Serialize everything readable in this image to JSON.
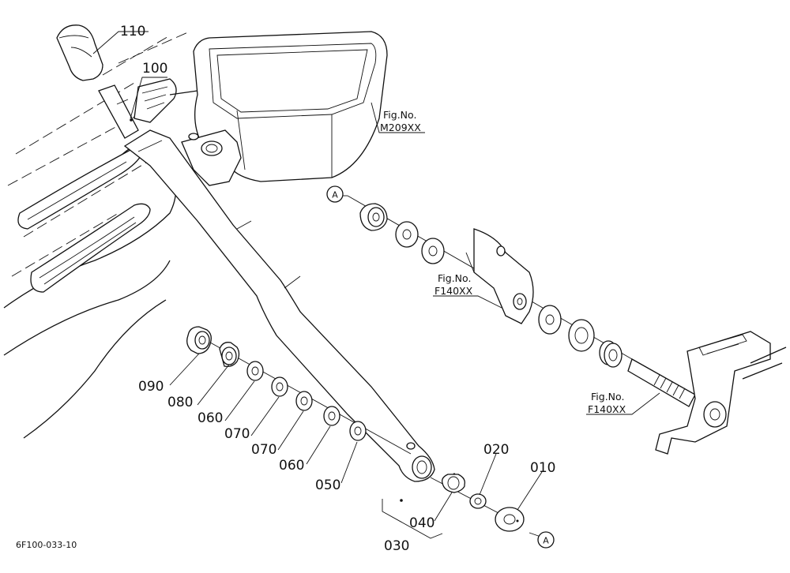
{
  "diagram": {
    "drawing_code": "6F100-033-10",
    "callouts": [
      {
        "id": "110",
        "label": "110"
      },
      {
        "id": "100",
        "label": "100"
      },
      {
        "id": "090",
        "label": "090"
      },
      {
        "id": "080",
        "label": "080"
      },
      {
        "id": "060a",
        "label": "060"
      },
      {
        "id": "070a",
        "label": "070"
      },
      {
        "id": "070b",
        "label": "070"
      },
      {
        "id": "060b",
        "label": "060"
      },
      {
        "id": "050",
        "label": "050"
      },
      {
        "id": "040",
        "label": "040"
      },
      {
        "id": "030",
        "label": "030"
      },
      {
        "id": "020",
        "label": "020"
      },
      {
        "id": "010",
        "label": "010"
      }
    ],
    "references": [
      {
        "id": "m209",
        "line1": "Fig.No.",
        "line2": "M209XX"
      },
      {
        "id": "f140a",
        "line1": "Fig.No.",
        "line2": "F140XX"
      },
      {
        "id": "f140b",
        "line1": "Fig.No.",
        "line2": "F140XX"
      }
    ],
    "markers": [
      {
        "id": "a_top",
        "label": "A"
      },
      {
        "id": "a_bottom",
        "label": "A"
      }
    ]
  }
}
